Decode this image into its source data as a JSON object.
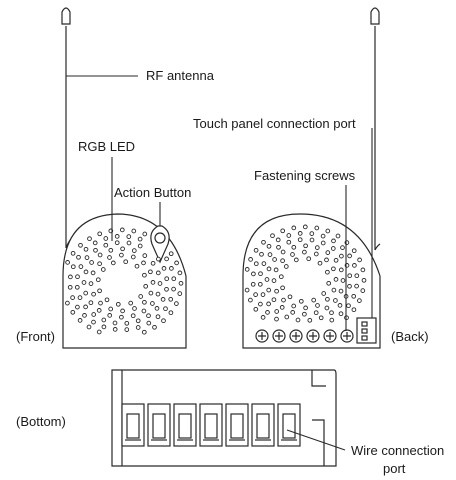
{
  "labels": {
    "rf_antenna": "RF antenna",
    "rgb_led": "RGB LED",
    "action_button": "Action Button",
    "touch_panel_port": "Touch panel connection port",
    "fastening_screws": "Fastening screws",
    "front": "(Front)",
    "back": "(Back)",
    "bottom": "(Bottom)",
    "wire_port_line1": "Wire connection",
    "wire_port_line2": "port"
  },
  "colors": {
    "stroke": "#2a2a2a",
    "background": "#ffffff"
  }
}
